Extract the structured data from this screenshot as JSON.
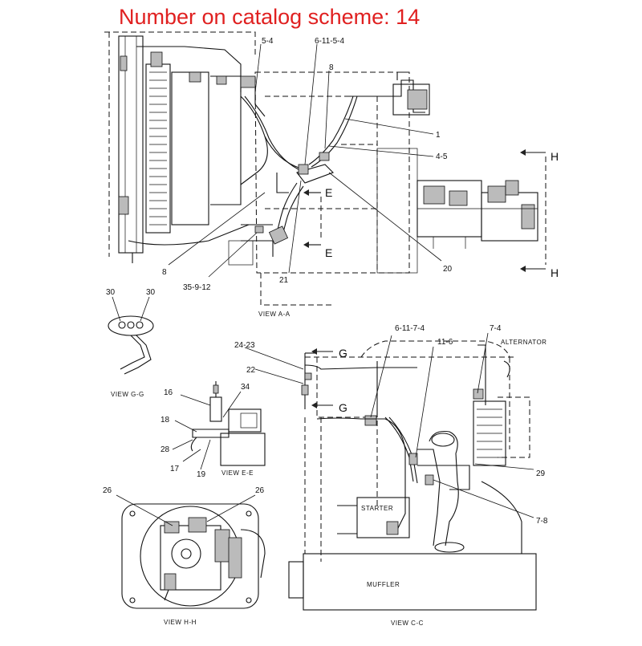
{
  "title": "Number on catalog scheme: 14",
  "labels": {
    "l_5_4": "5-4",
    "l_6_11_5_4": "6-11-5-4",
    "l_8_top": "8",
    "l_1": "1",
    "l_4_5": "4-5",
    "l_20": "20",
    "l_8_left": "8",
    "l_35_9_12": "35-9-12",
    "l_21": "21",
    "l_30_a": "30",
    "l_30_b": "30",
    "l_24_23": "24-23",
    "l_22": "22",
    "l_16": "16",
    "l_34": "34",
    "l_18": "18",
    "l_28": "28",
    "l_17": "17",
    "l_19": "19",
    "l_26_a": "26",
    "l_26_b": "26",
    "l_6_11_7_4": "6-11-7-4",
    "l_11_6": "11-6",
    "l_7_4": "7-4",
    "l_29": "29",
    "l_7_8": "7-8",
    "alternator": "ALTERNATOR",
    "starter": "STARTER",
    "muffler": "MUFFLER"
  },
  "views": {
    "aa": "VIEW A-A",
    "gg": "VIEW G-G",
    "ee": "VIEW E-E",
    "hh": "VIEW H-H",
    "cc": "VIEW C-C"
  },
  "section_markers": {
    "h_top": "H",
    "h_bottom": "H",
    "e_top": "E",
    "e_bottom": "E",
    "g_top": "G",
    "g_bottom": "G"
  }
}
